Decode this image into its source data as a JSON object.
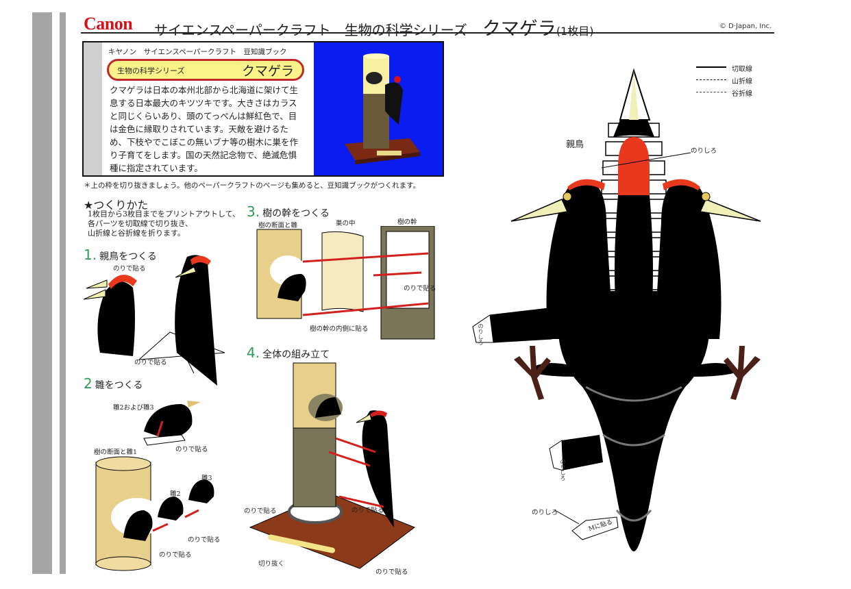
{
  "header": {
    "logo": "Canon",
    "series": "サイエンスペーパークラフト　生物の科学シリーズ",
    "subject": "クマゲラ",
    "sheet": "(1枚目)",
    "copyright": "© D·Japan, Inc."
  },
  "info_card": {
    "kicker": "キヤノン　サイエンスペーパークラフト　豆知識ブック",
    "series": "生物の科学シリーズ",
    "name": "クマゲラ",
    "body": "クマゲラは日本の本州北部から北海道に架けて生息する日本最大のキツツキです。大きさはカラスと同じくらいあり、頭のてっぺんは鮮紅色で、目は金色に縁取りされています。天敵を避けるため、下枝やでこぼこの無いブナ等の樹木に巣を作り子育てをします。国の天然記念物で、絶滅危惧種に指定されています。"
  },
  "note": "＊上の枠を切り抜きましょう。他のペーパークラフトのページも集めると、豆知識ブックがつくれます。",
  "howto": {
    "heading": "★つくりかた",
    "text": [
      "1枚目から3枚目までをプリントアウトして、",
      "各パーツを切取線で切り抜き、",
      "山折線と谷折線を折ります。"
    ]
  },
  "steps": [
    {
      "num": "1.",
      "title": "親鳥をつくる",
      "labels": [
        "のりで貼る",
        "のりで貼る"
      ]
    },
    {
      "num": "2",
      "title": "雛をつくる",
      "labels": [
        "雛2および雛3",
        "のりで貼る",
        "樹の断面と雛1",
        "雛2",
        "雛3",
        "のりで貼る",
        "のりで貼る"
      ]
    },
    {
      "num": "3.",
      "title": "樹の幹をつくる",
      "labels": [
        "樹の断面と雛",
        "巣の中",
        "樹の幹",
        "のりで貼る",
        "樹の幹の内側に貼る"
      ]
    },
    {
      "num": "4.",
      "title": "全体の組み立て",
      "labels": [
        "のりで貼る",
        "のりで貼る",
        "切り抜く",
        "のりで貼る"
      ]
    }
  ],
  "legend": [
    {
      "label": "切取線",
      "style": "solid"
    },
    {
      "label": "山折線",
      "style": "dashed"
    },
    {
      "label": "谷折線",
      "style": "dash-dot"
    }
  ],
  "pattern": {
    "title": "親鳥",
    "labels": [
      "のりしろ",
      "のりしろ",
      "のりしろ",
      "のりしろ",
      "Mに貼る"
    ]
  },
  "colors": {
    "red": "#d4121b",
    "green": "#2f9a55",
    "blue": "#0a1cf0",
    "wood": "#e8cf8c",
    "trunk": "#7a7559",
    "base": "#8b3a1a"
  }
}
